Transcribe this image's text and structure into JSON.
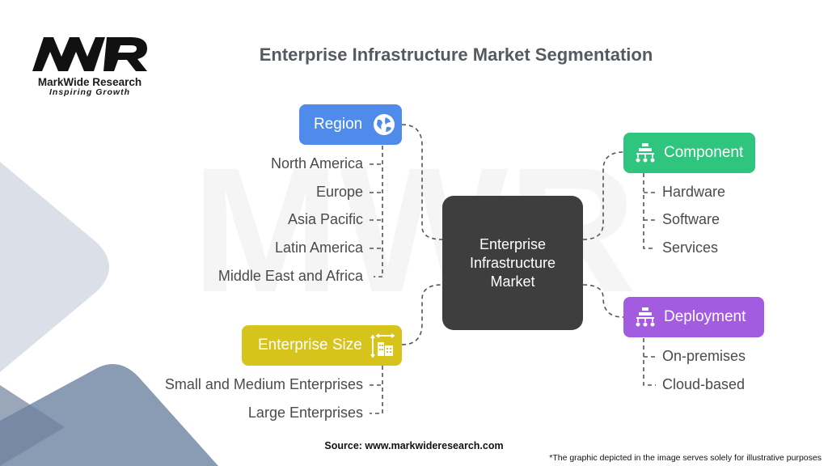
{
  "brand": {
    "name": "MarkWide Research",
    "tagline": "Inspiring Growth"
  },
  "title": "Enterprise Infrastructure Market Segmentation",
  "center": [
    "Enterprise",
    "Infrastructure",
    "Market"
  ],
  "segments": {
    "region": {
      "label": "Region",
      "color": "#4e8bea",
      "items": [
        "North America",
        "Europe",
        "Asia Pacific",
        "Latin America",
        "Middle East and Africa"
      ]
    },
    "enterprise_size": {
      "label": "Enterprise Size",
      "color": "#d6c41c",
      "items": [
        "Small and Medium Enterprises",
        "Large Enterprises"
      ]
    },
    "component": {
      "label": "Component",
      "color": "#2fc57f",
      "items": [
        "Hardware",
        "Software",
        "Services"
      ]
    },
    "deployment": {
      "label": "Deployment",
      "color": "#a35be0",
      "items": [
        "On-premises",
        "Cloud-based"
      ]
    }
  },
  "icons": {
    "region": "globe-icon",
    "enterprise_size": "buildings-icon",
    "component": "network-icon",
    "deployment": "network-icon"
  },
  "source": "Source: www.markwideresearch.com",
  "note": "*The graphic depicted in the image serves solely for illustrative purposes"
}
